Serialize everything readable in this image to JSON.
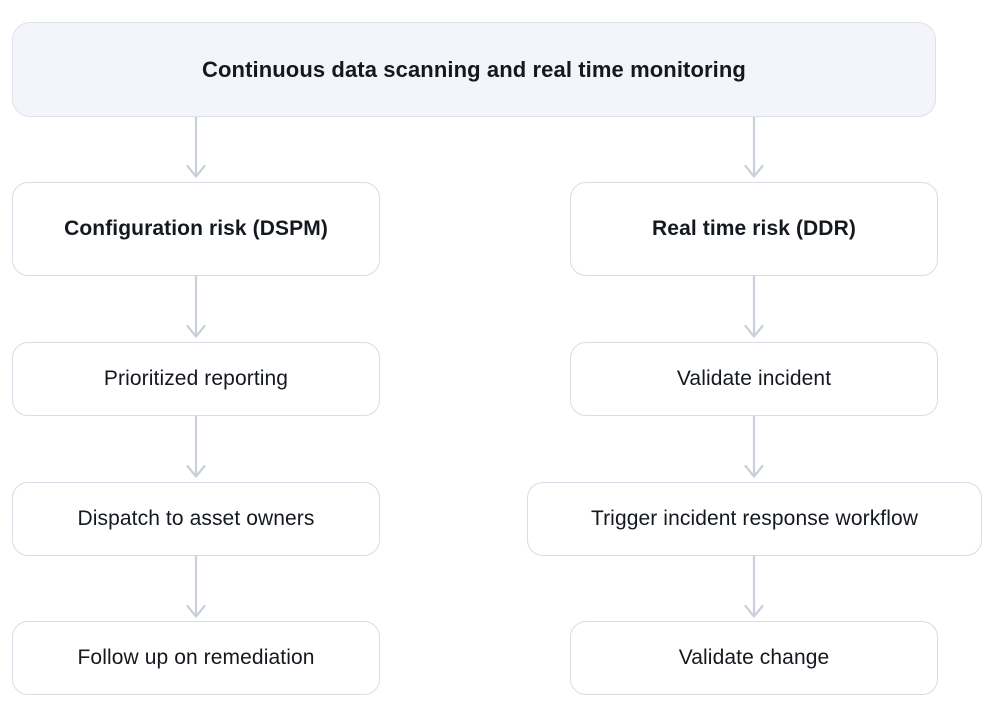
{
  "diagram": {
    "title_node": {
      "label": "Continuous data scanning and real time monitoring",
      "bold": true,
      "fill": "#f3f5fa",
      "border": "#dde1eb"
    },
    "node_border_color": "#d8dce6",
    "node_fill_color": "#ffffff",
    "connector_color": "#c9cfdb",
    "text_color": "#14181f",
    "branches": [
      {
        "name": "configuration-risk",
        "steps": [
          {
            "label": "Configuration risk (DSPM)",
            "bold": true
          },
          {
            "label": "Prioritized reporting",
            "bold": false
          },
          {
            "label": "Dispatch to asset owners",
            "bold": false
          },
          {
            "label": "Follow up on remediation",
            "bold": false
          }
        ]
      },
      {
        "name": "real-time-risk",
        "steps": [
          {
            "label": "Real time risk (DDR)",
            "bold": true
          },
          {
            "label": "Validate incident",
            "bold": false
          },
          {
            "label": "Trigger incident response workflow",
            "bold": false
          },
          {
            "label": "Validate change",
            "bold": false
          }
        ]
      }
    ]
  }
}
